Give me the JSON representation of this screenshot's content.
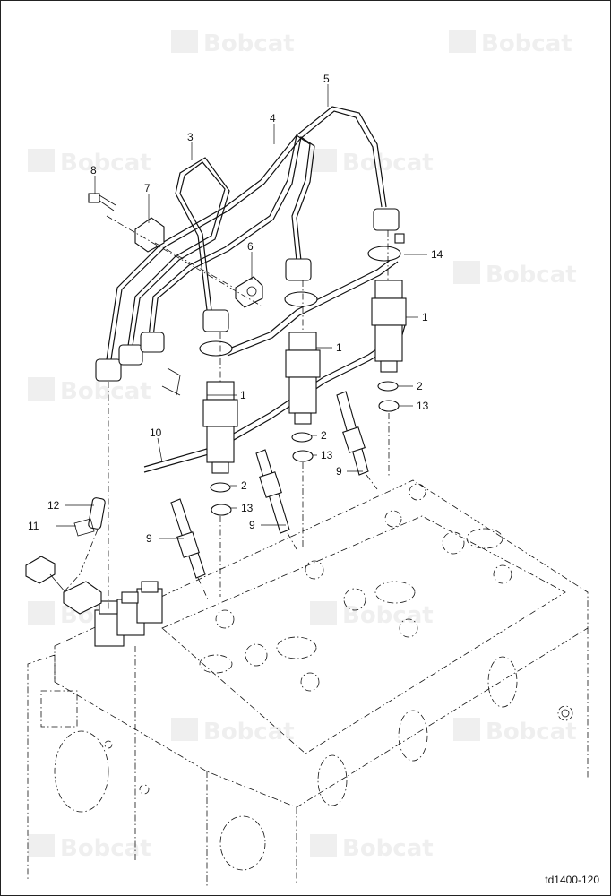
{
  "watermark": {
    "text": "Bobcat",
    "color": "#efefef"
  },
  "drawing_id": "td1400-120",
  "callouts": {
    "c1a": "1",
    "c1b": "1",
    "c1c": "1",
    "c2a": "2",
    "c2b": "2",
    "c2c": "2",
    "c3": "3",
    "c4": "4",
    "c5": "5",
    "c6": "6",
    "c7": "7",
    "c8": "8",
    "c9a": "9",
    "c9b": "9",
    "c9c": "9",
    "c10": "10",
    "c11": "11",
    "c12": "12",
    "c13a": "13",
    "c13b": "13",
    "c13c": "13",
    "c14": "14"
  }
}
